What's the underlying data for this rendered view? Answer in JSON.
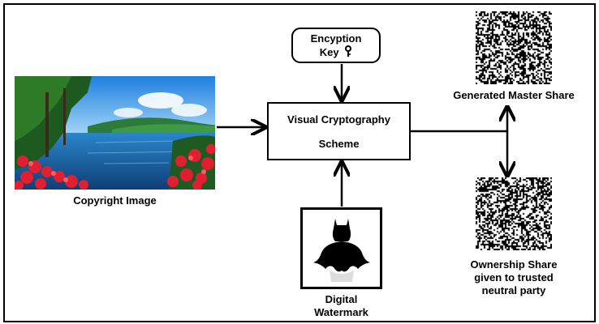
{
  "encryption_key": {
    "line1": "Encyption",
    "line2": "Key",
    "icon": "key-icon"
  },
  "vc_scheme": {
    "line1": "Visual Cryptography",
    "line2": "Scheme"
  },
  "copyright_image": {
    "label": "Copyright Image"
  },
  "digital_watermark": {
    "line1": "Digital",
    "line2": "Watermark"
  },
  "master_share": {
    "label": "Generated Master Share"
  },
  "ownership_share": {
    "line1": "Ownership Share",
    "line2": "given to trusted",
    "line3": "neutral party"
  },
  "colors": {
    "stroke": "#000000",
    "background": "#ffffff"
  }
}
